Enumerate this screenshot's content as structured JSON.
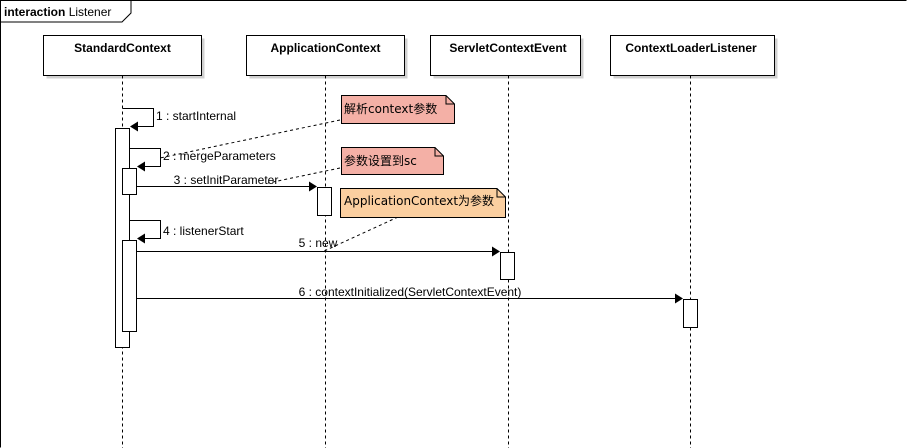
{
  "frame": {
    "keyword": "interaction",
    "name": "Listener"
  },
  "participants": [
    {
      "label": "StandardContext"
    },
    {
      "label": "ApplicationContext"
    },
    {
      "label": "ServletContextEvent"
    },
    {
      "label": "ContextLoaderListener"
    }
  ],
  "messages": [
    {
      "label": "1 : startInternal"
    },
    {
      "label": "2 : mergeParameters"
    },
    {
      "label": "3 : setInitParameter"
    },
    {
      "label": "4 : listenerStart"
    },
    {
      "label": "5 : new"
    },
    {
      "label": "6 : contextInitialized(ServletContextEvent)"
    }
  ],
  "notes": [
    {
      "text": "解析context参数",
      "color": "#f4b0a6"
    },
    {
      "text": "参数设置到sc",
      "color": "#f4b0a6"
    },
    {
      "text": "ApplicationContext为参数",
      "color": "#fbcfa0"
    }
  ],
  "colors": {
    "border": "#000000",
    "lifeline": "#000000",
    "note_border": "#000000"
  }
}
